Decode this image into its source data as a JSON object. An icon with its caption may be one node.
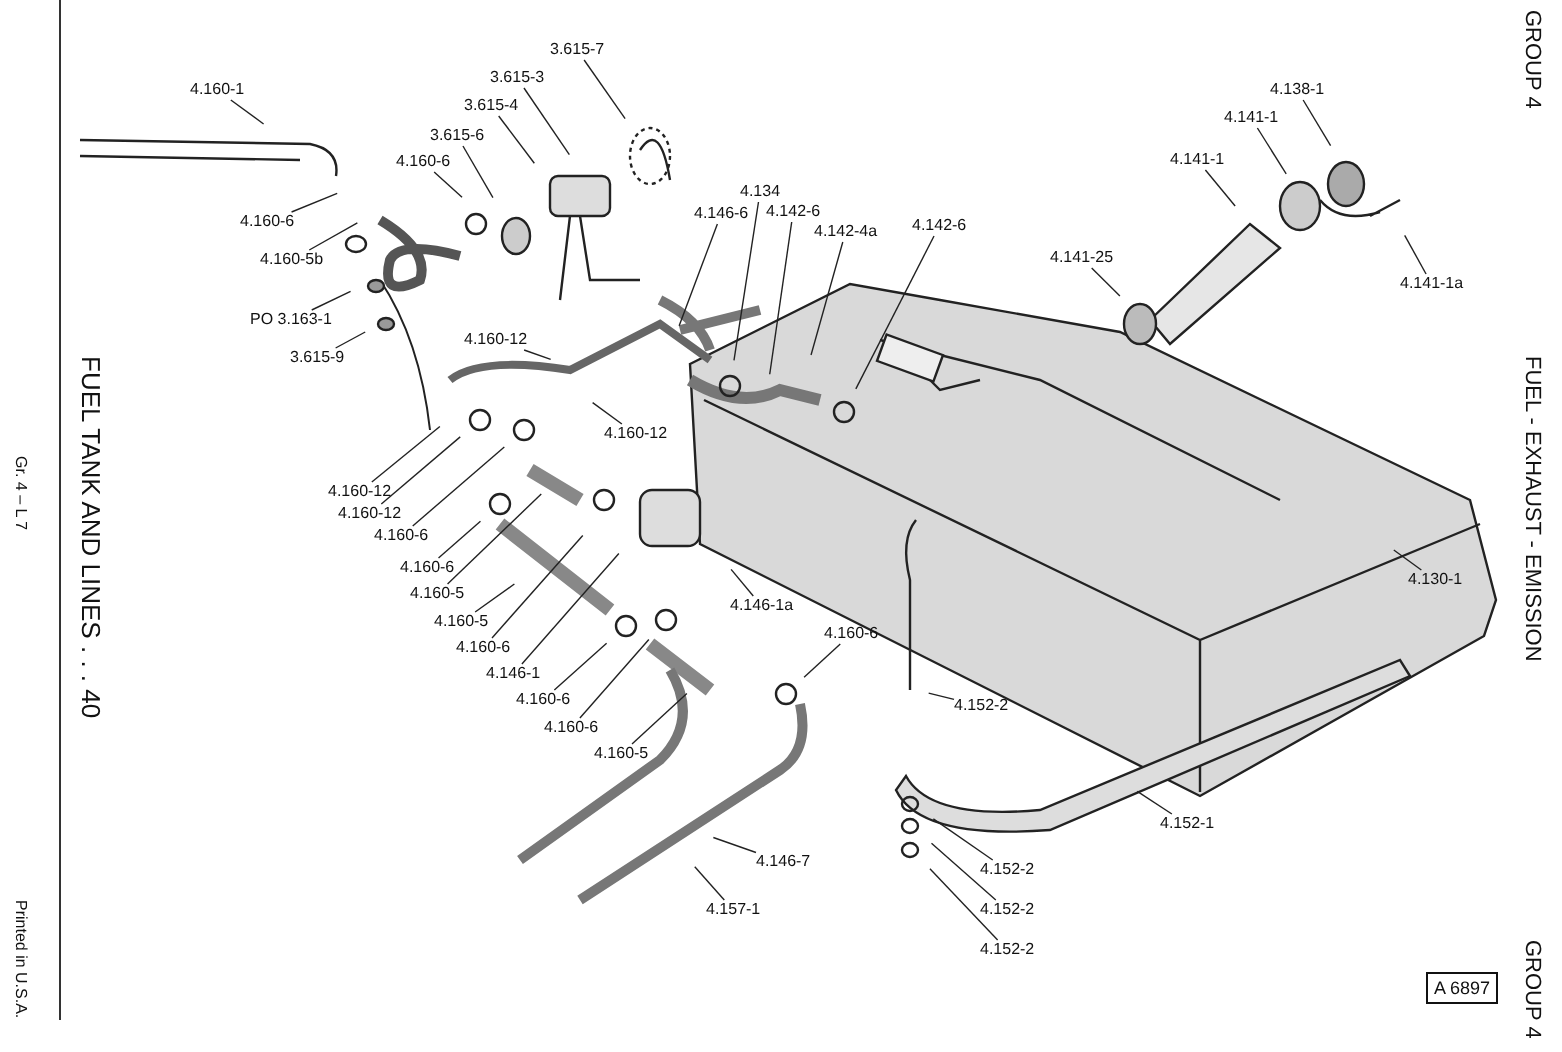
{
  "diagram": {
    "title": "FUEL TANK AND LINES . . . 40",
    "nodes": [
      {
        "text": [
          "3.615-7"
        ]
      },
      {
        "text": [
          "3.615-3"
        ]
      },
      {
        "text": [
          "4.160-1"
        ]
      },
      {
        "text": [
          "3.615-4"
        ]
      },
      {
        "text": [
          "3.615-6"
        ]
      },
      {
        "text": [
          "4.160-6"
        ]
      },
      {
        "text": [
          "4.146-6"
        ]
      },
      {
        "text": [
          "4.134"
        ]
      },
      {
        "text": [
          "4.142-6"
        ]
      },
      {
        "text": [
          "4.142-4a"
        ]
      },
      {
        "text": [
          "4.142-6"
        ]
      },
      {
        "text": [
          "4.138-1"
        ]
      },
      {
        "text": [
          "4.141-1"
        ]
      },
      {
        "text": [
          "4.141-1"
        ]
      },
      {
        "text": [
          "4.160-6"
        ]
      },
      {
        "text": [
          "4.160-5b"
        ]
      },
      {
        "text": [
          "4.141-25"
        ]
      },
      {
        "text": [
          "4.141-1a"
        ]
      },
      {
        "text": [
          "PO 3.163-1"
        ]
      },
      {
        "text": [
          "3.615-9"
        ]
      },
      {
        "text": [
          "4.160-12"
        ]
      },
      {
        "text": [
          "4.160-12"
        ]
      },
      {
        "text": [
          "4.160-12"
        ]
      },
      {
        "text": [
          "4.160-12"
        ]
      },
      {
        "text": [
          "4.160-6"
        ]
      },
      {
        "text": [
          "4.160-6"
        ]
      },
      {
        "text": [
          "4.130-1"
        ]
      },
      {
        "text": [
          "4.160-5"
        ]
      },
      {
        "text": [
          "4.146-1a"
        ]
      },
      {
        "text": [
          "4.160-5"
        ]
      },
      {
        "text": [
          "4.160-6"
        ]
      },
      {
        "text": [
          "4.146-1"
        ]
      },
      {
        "text": [
          "4.160-6"
        ]
      },
      {
        "text": [
          "4.160-6"
        ]
      },
      {
        "text": [
          "4.152-2"
        ]
      },
      {
        "text": [
          "4.160-6"
        ]
      },
      {
        "text": [
          "4.160-5"
        ]
      },
      {
        "text": [
          "4.152-1"
        ]
      },
      {
        "text": [
          "4.146-7"
        ]
      },
      {
        "text": [
          "4.152-2"
        ]
      },
      {
        "text": [
          "4.152-2"
        ]
      },
      {
        "text": [
          "4.157-1"
        ]
      },
      {
        "text": [
          "4.152-2"
        ]
      },
      {
        "text": [
          "A 6897"
        ]
      }
    ],
    "edges": [
      {
        "from": 0,
        "to": null,
        "arrow": "none"
      },
      {
        "from": 1,
        "to": null,
        "arrow": "none"
      },
      {
        "from": 2,
        "to": null,
        "arrow": "none"
      },
      {
        "from": 3,
        "to": null,
        "arrow": "none"
      },
      {
        "from": 4,
        "to": null,
        "arrow": "none"
      },
      {
        "from": 5,
        "to": null,
        "arrow": "none"
      },
      {
        "from": 6,
        "to": null,
        "arrow": "none"
      },
      {
        "from": 7,
        "to": null,
        "arrow": "none"
      },
      {
        "from": 8,
        "to": null,
        "arrow": "none"
      },
      {
        "from": 9,
        "to": null,
        "arrow": "none"
      },
      {
        "from": 10,
        "to": null,
        "arrow": "none"
      },
      {
        "from": 11,
        "to": null,
        "arrow": "none"
      },
      {
        "from": 12,
        "to": null,
        "arrow": "none"
      },
      {
        "from": 13,
        "to": null,
        "arrow": "none"
      },
      {
        "from": 14,
        "to": null,
        "arrow": "none"
      },
      {
        "from": 15,
        "to": null,
        "arrow": "none"
      },
      {
        "from": 16,
        "to": null,
        "arrow": "none"
      },
      {
        "from": 17,
        "to": null,
        "arrow": "none"
      },
      {
        "from": 18,
        "to": null,
        "arrow": "none"
      },
      {
        "from": 19,
        "to": null,
        "arrow": "none"
      },
      {
        "from": 20,
        "to": null,
        "arrow": "none"
      },
      {
        "from": 21,
        "to": null,
        "arrow": "none"
      },
      {
        "from": 22,
        "to": null,
        "arrow": "none"
      },
      {
        "from": 23,
        "to": null,
        "arrow": "none"
      },
      {
        "from": 24,
        "to": null,
        "arrow": "none"
      },
      {
        "from": 25,
        "to": null,
        "arrow": "none"
      },
      {
        "from": 26,
        "to": null,
        "arrow": "none"
      },
      {
        "from": 27,
        "to": null,
        "arrow": "none"
      },
      {
        "from": 28,
        "to": null,
        "arrow": "none"
      },
      {
        "from": 29,
        "to": null,
        "arrow": "none"
      },
      {
        "from": 30,
        "to": null,
        "arrow": "none"
      },
      {
        "from": 31,
        "to": null,
        "arrow": "none"
      },
      {
        "from": 32,
        "to": null,
        "arrow": "none"
      },
      {
        "from": 33,
        "to": null,
        "arrow": "none"
      },
      {
        "from": 34,
        "to": null,
        "arrow": "none"
      },
      {
        "from": 35,
        "to": null,
        "arrow": "none"
      },
      {
        "from": 36,
        "to": null,
        "arrow": "none"
      },
      {
        "from": 37,
        "to": null,
        "arrow": "none"
      },
      {
        "from": 38,
        "to": null,
        "arrow": "none"
      },
      {
        "from": 39,
        "to": null,
        "arrow": "none"
      },
      {
        "from": 40,
        "to": null,
        "arrow": "none"
      },
      {
        "from": 41,
        "to": null,
        "arrow": "none"
      },
      {
        "from": 42,
        "to": null,
        "arrow": "none"
      }
    ],
    "labels": [
      "GROUP 4",
      "FUEL - EXHAUST - EMISSION",
      "Gr. 4 – L 7",
      "Printed in U.S.A.",
      "GROUP 4"
    ]
  }
}
